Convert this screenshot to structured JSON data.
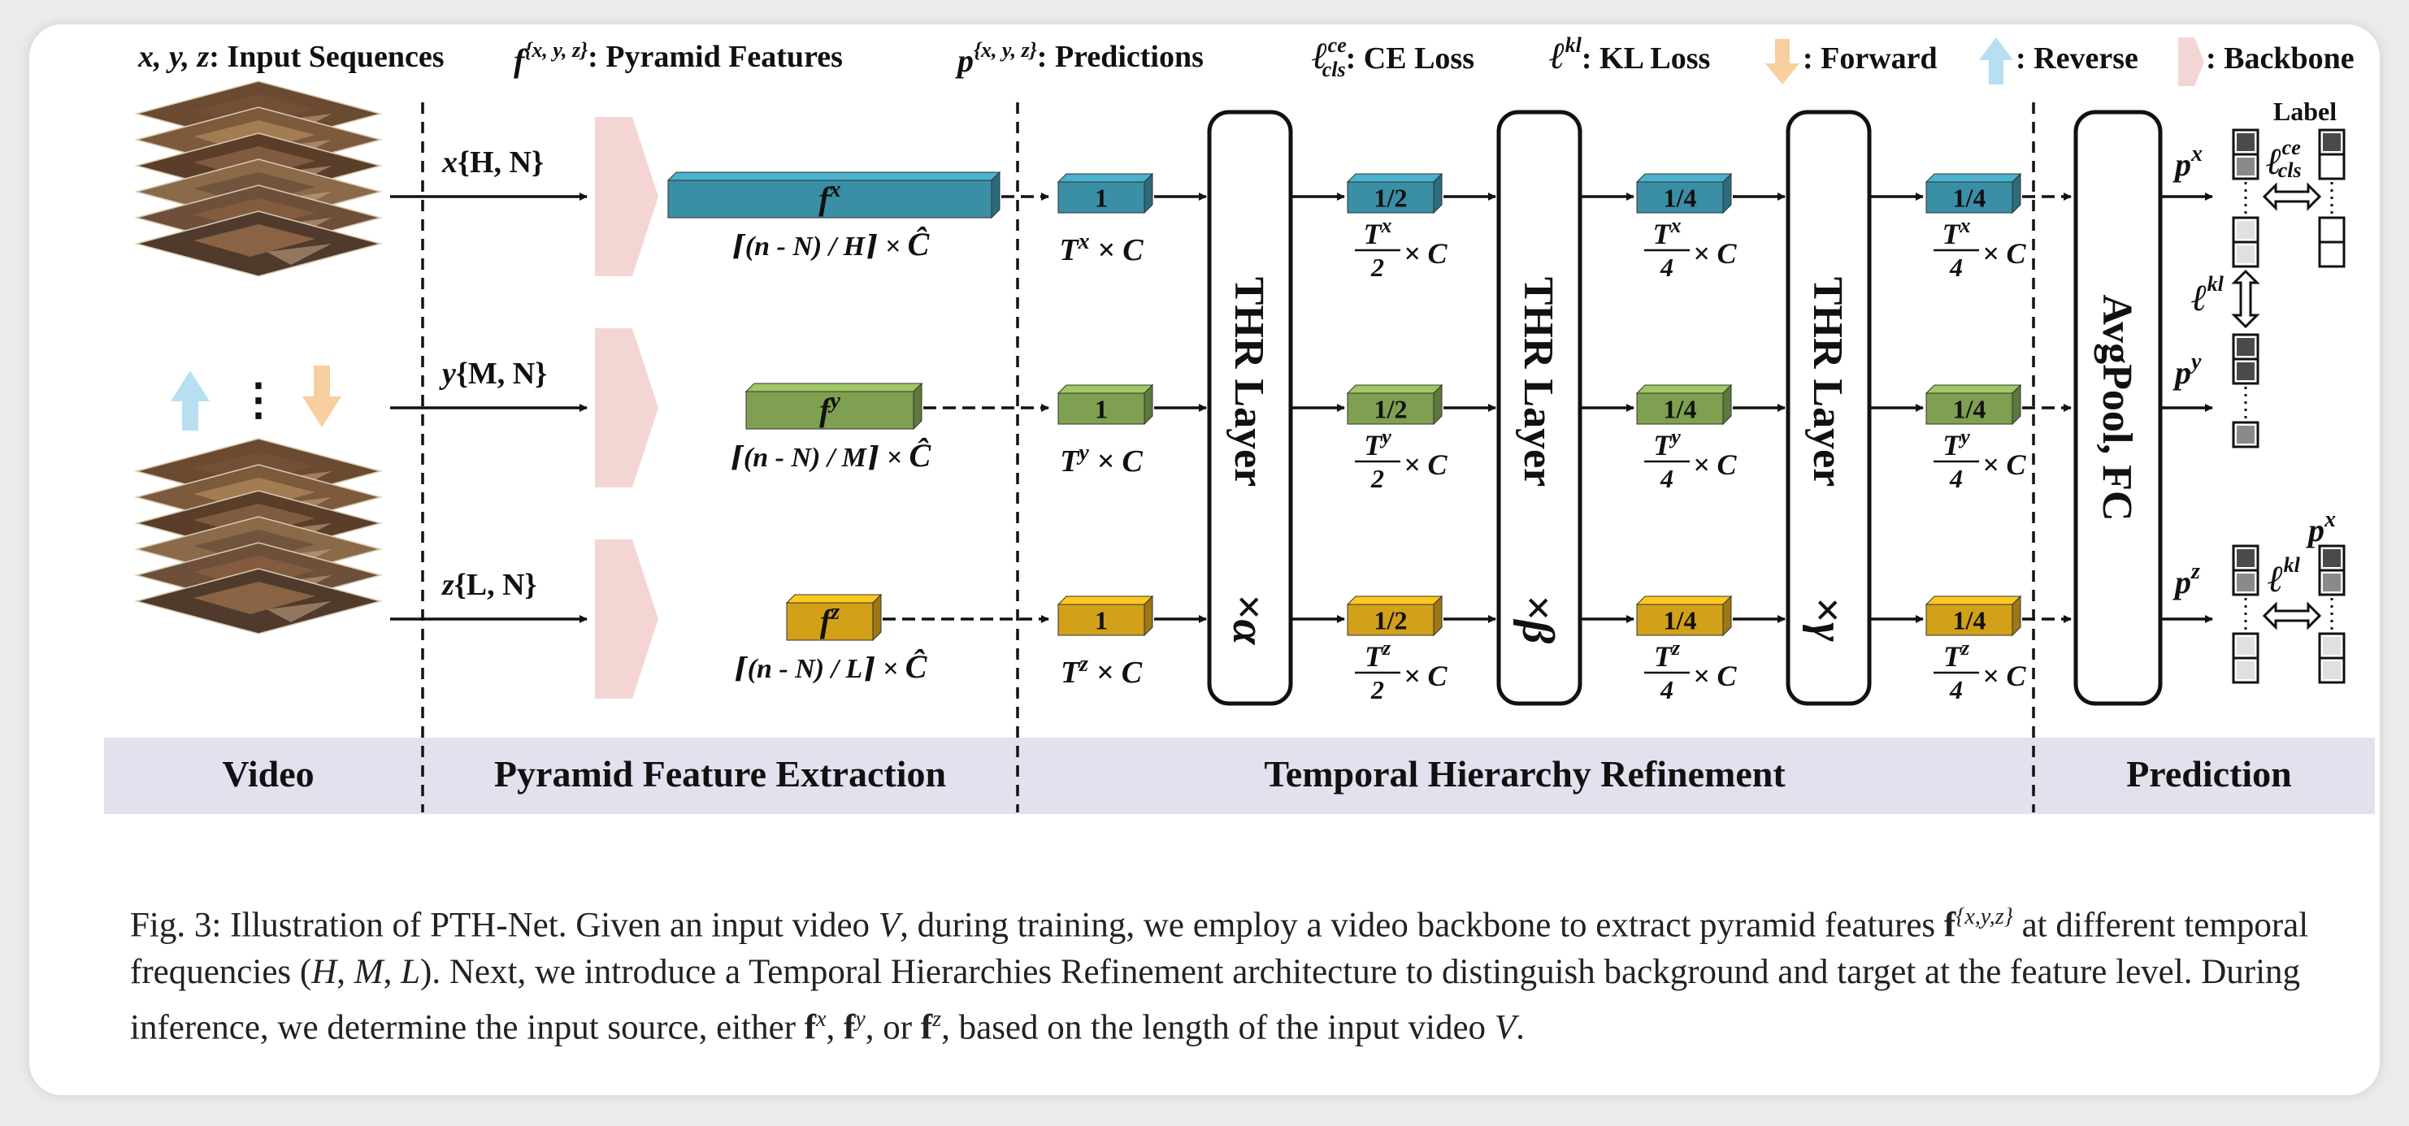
{
  "legend": {
    "input_vars": "x, y, z",
    "input_desc": ": Input Sequences",
    "feat_sym": "f",
    "feat_sup": "{x, y, z}",
    "feat_desc": ": Pyramid Features",
    "pred_sym": "p",
    "pred_sup": "{x, y, z}",
    "pred_desc": ": Predictions",
    "ce_sym": "ℓ",
    "ce_sup": "ce",
    "ce_sub": "cls",
    "ce_desc": ": CE Loss",
    "kl_sym": "ℓ",
    "kl_sup": "kl",
    "kl_desc": ": KL Loss",
    "forward_desc": ": Forward",
    "reverse_desc": ": Reverse",
    "backbone_desc": ": Backbone"
  },
  "sections": {
    "video": "Video",
    "pfe": "Pyramid Feature Extraction",
    "thr": "Temporal Hierarchy Refinement",
    "pred": "Prediction"
  },
  "streams": [
    {
      "input_var": "x",
      "input_params": "{H, N}",
      "feat_sup": "x",
      "feat_formula_pre": "⌈(n - N) / H⌉ × ",
      "feat_formula_c": "Ĉ",
      "t_sym": "T",
      "t_sup": "x",
      "t_suffix": " × C"
    },
    {
      "input_var": "y",
      "input_params": "{M, N}",
      "feat_sup": "y",
      "feat_formula_pre": "⌈(n - N) / M⌉ × ",
      "feat_formula_c": "Ĉ",
      "t_sym": "T",
      "t_sup": "y",
      "t_suffix": " × C"
    },
    {
      "input_var": "z",
      "input_params": "{L, N}",
      "feat_sup": "z",
      "feat_formula_pre": "⌈(n - N) / L⌉ × ",
      "feat_formula_c": "Ĉ",
      "t_sym": "T",
      "t_sup": "z",
      "t_suffix": " × C"
    }
  ],
  "scale_labels": [
    "1",
    "1/2",
    "1/4",
    "1/4"
  ],
  "scale_denoms": [
    "",
    "2",
    "4",
    "4"
  ],
  "thr_layers": [
    {
      "label": "THR Layer",
      "mult": "×α"
    },
    {
      "label": "THR Layer",
      "mult": "×β"
    },
    {
      "label": "THR Layer",
      "mult": "×γ"
    }
  ],
  "head": {
    "label": "AvgPool, FC"
  },
  "prediction": {
    "label_text": "Label",
    "p_sym": "p",
    "sups": [
      "x",
      "y",
      "z"
    ],
    "ce_sym": "ℓ",
    "ce_sup": "ce",
    "ce_sub": "cls",
    "kl_sym": "ℓ",
    "kl_sup": "kl"
  },
  "caption": {
    "fig": "Fig. 3: ",
    "s1": "Illustration of PTH-Net. Given an input video ",
    "v": "V",
    "s2": ", during training, we employ a video backbone to extract pyramid features ",
    "f": "f",
    "fsup": "{x,y,z}",
    "s3": " at different temporal frequencies (",
    "H": "H",
    "c1": ", ",
    "M": "M",
    "c2": ", ",
    "L": "L",
    "s4": "). Next, we introduce a Temporal Hierarchies Refinement architecture to distinguish background and target at the feature level. During inference, we determine the input source, either ",
    "fx": "f",
    "fxs": "x",
    "c3": ", ",
    "fy": "f",
    "fys": "y",
    "c4": ", or ",
    "fz": "f",
    "fzs": "z",
    "s5": ", based on the length of the input video ",
    "v2": "V",
    "s6": "."
  },
  "colors": {
    "teal": "#3a8ea5",
    "green": "#7fa050",
    "gold": "#d2a019",
    "backbone": "#f3d6d4",
    "forward": "#f8cf9e",
    "reverse": "#b6e0f1",
    "section_bg": "#e4e0ee",
    "pred_dark": "#4a4a4a",
    "pred_mid": "#8a8a8a",
    "pred_light": "#e0e0e0"
  }
}
